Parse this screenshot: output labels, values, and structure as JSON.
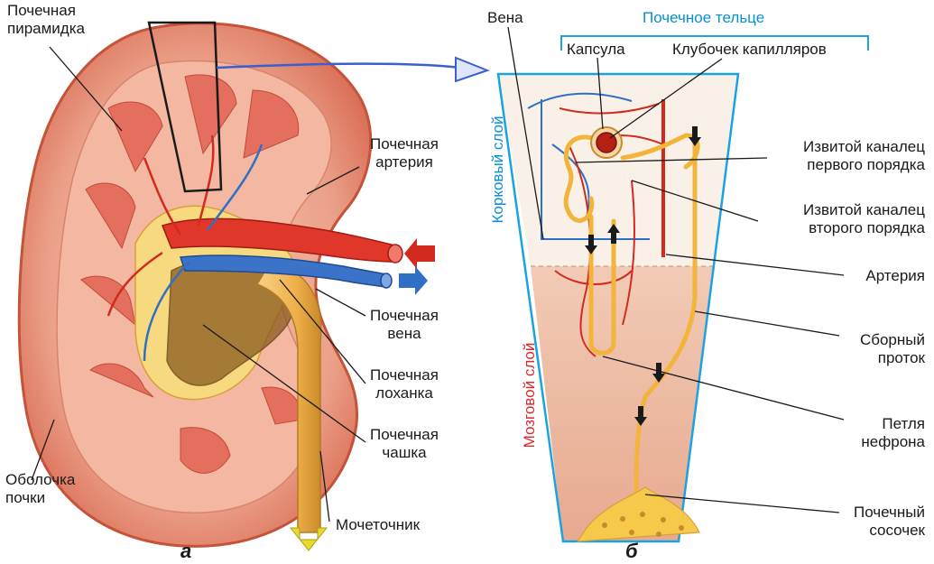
{
  "panel_a": {
    "caption": "а",
    "labels": {
      "pyramid": [
        "Почечная",
        "пирамидка"
      ],
      "artery": [
        "Почечная",
        "артерия"
      ],
      "vein": [
        "Почечная",
        "вена"
      ],
      "pelvis": [
        "Почечная",
        "лоханка"
      ],
      "calyx": [
        "Почечная",
        "чашка"
      ],
      "capsule": [
        "Оболочка",
        "почки"
      ],
      "ureter": "Мочеточник"
    }
  },
  "panel_b": {
    "caption": "б",
    "labels": {
      "vein": "Вена",
      "corpuscle": "Почечное тельце",
      "capsule": "Капсула",
      "glomerulus": "Клубочек капилляров",
      "tubule1": [
        "Извитой каналец",
        "первого порядка"
      ],
      "tubule2": [
        "Извитой каналец",
        "второго порядка"
      ],
      "artery": "Артерия",
      "duct": [
        "Сборный",
        "проток"
      ],
      "loop": [
        "Петля",
        "нефрона"
      ],
      "papilla": [
        "Почечный",
        "сосочек"
      ],
      "cortex": "Корковый слой",
      "medulla": "Мозговой слой"
    }
  },
  "colors": {
    "cortex_layer": "#0a8fd6",
    "medulla_layer": "#e0262b",
    "kidney_tissue": "#e8897a",
    "artery": "#d42a1e",
    "vein": "#2f6fc4",
    "tubule": "#f2b43a"
  }
}
